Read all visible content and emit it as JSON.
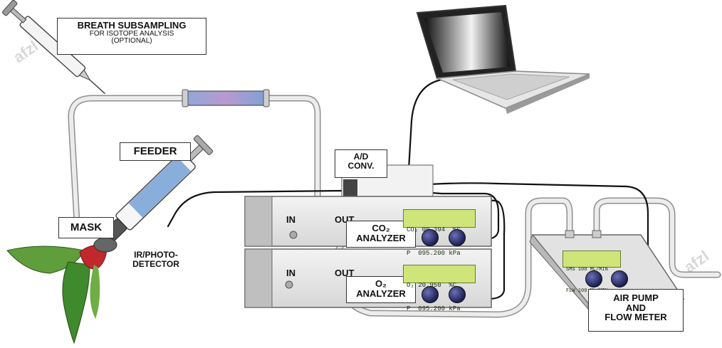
{
  "labels": {
    "breath_title": "BREATH SUBSAMPLING",
    "breath_sub1": "FOR ISOTOPE ANALYSIS",
    "breath_sub2": "(OPTIONAL)",
    "feeder": "FEEDER",
    "mask": "MASK",
    "ir_photo_1": "IR/PHOTO-",
    "ir_photo_2": "DETECTOR",
    "ad_1": "A/D",
    "ad_2": "CONV.",
    "co2_1": "CO₂",
    "co2_2": "ANALYZER",
    "o2_1": "O₂",
    "o2_2": "ANALYZER",
    "pump_1": "AIR PUMP",
    "pump_2": "AND",
    "pump_3": "FLOW METER",
    "in": "IN",
    "out": "OUT"
  },
  "displays": {
    "co2_line1": "CO₂ 00.394  %C",
    "co2_line2": "P  095.200 kPa",
    "o2_line1": "O₂ 20.950  %C",
    "o2_line2": "P  095.200 kPa",
    "pump_line1": "SMS 100 ML/MIN",
    "pump_line2": "FLW 100 ML/MIN"
  },
  "watermark": "afzl",
  "colors": {
    "tube": "#e8e8e8",
    "tube_edge": "#8f8f8f",
    "cable": "#111111",
    "instrument": "#e9e9e9",
    "lcd": "#cfe57a",
    "knob": "#2a2c6e",
    "bird_green": "#3f8a2c",
    "bird_red": "#c0282c",
    "syringe_blue": "#7da6d8"
  }
}
